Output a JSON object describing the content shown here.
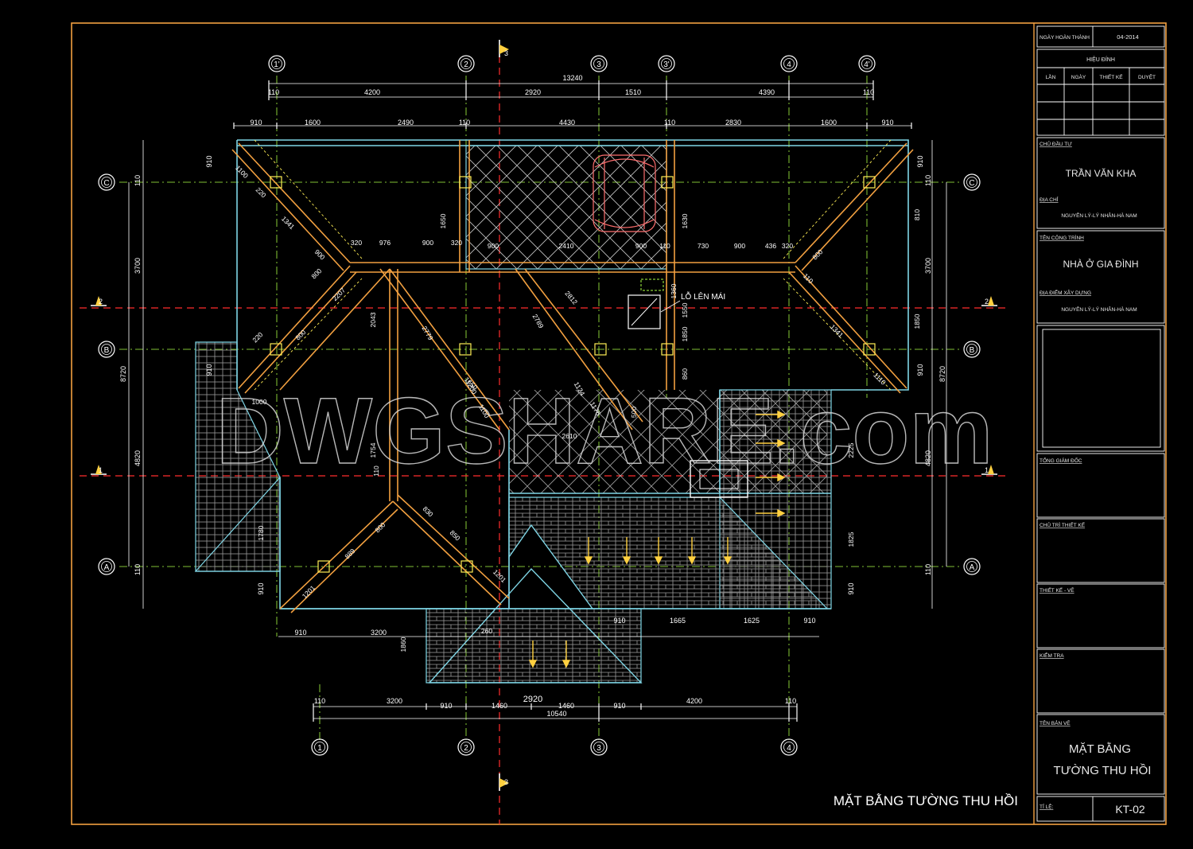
{
  "colors": {
    "background": "#000000",
    "frame": "#f2a040",
    "wall": "#7fd6e6",
    "ridge": "#f2a040",
    "dim": "#ffffff",
    "axis_red": "#ff2d2d",
    "grid_green": "#aaff44",
    "hatch": "#cccccc",
    "arrow": "#ffd040",
    "dashed_yellow": "#ffee55",
    "text": "#e8e8e8"
  },
  "title_block": {
    "completion_label": "NGÀY HOÀN THÀNH",
    "completion_date": "04-2014",
    "revision_title": "HIỆU ĐÍNH",
    "revision_cols": [
      "LẦN",
      "NGÀY",
      "THIẾT KẾ",
      "DUYỆT"
    ],
    "investor_label": "CHỦ ĐẦU TƯ",
    "investor_name": "TRẦN VĂN KHA",
    "address_label": "ĐỊA CHỈ",
    "address": "NGUYÊN LÝ-LÝ NHÂN-HÀ NAM",
    "project_label": "TÊN CÔNG TRÌNH",
    "project_name": "NHÀ Ở GIA ĐÌNH",
    "site_label": "ĐỊA ĐIỂM XÂY DỰNG",
    "site": "NGUYÊN LÝ-LÝ NHÂN-HÀ NAM",
    "director_label": "TỔNG GIÁM ĐỐC",
    "chief_label": "CHỦ TRÌ THIẾT KẾ",
    "designer_label": "THIẾT KẾ - VẼ",
    "checker_label": "KIỂM TRA",
    "drawing_label": "TÊN BẢN VẼ",
    "drawing_name_1": "MẶT BẰNG",
    "drawing_name_2": "TƯỜNG THU HỒI",
    "scale_label": "TỈ LỆ:",
    "sheet_no": "KT-02"
  },
  "drawing_title": "MẶT BẰNG TƯỜNG THU HỒI",
  "watermark": "DWGSHARE.com",
  "note_roof_opening": "LỖ LÊN MÁI",
  "axes": {
    "top": [
      "1'",
      "2",
      "3",
      "3'",
      "4",
      "4'"
    ],
    "bottom": [
      "1",
      "2",
      "3",
      "4"
    ],
    "left": [
      "C",
      "2",
      "B",
      "1",
      "A"
    ],
    "right": [
      "C",
      "2",
      "B",
      "1",
      "A"
    ],
    "section": "3"
  },
  "dimensions": {
    "top_overall": "13240",
    "top_row1": [
      "110",
      "4200",
      "2920",
      "1510",
      "4390",
      "110"
    ],
    "top_row2": [
      "910",
      "1600",
      "2490",
      "110",
      "4430",
      "110",
      "2830",
      "1600",
      "910"
    ],
    "bottom_row1": [
      "110",
      "3200",
      "910",
      "1460",
      "1460",
      "910",
      "4200",
      "110"
    ],
    "bottom_center": "2920",
    "bottom_overall": "10540",
    "lower_row": [
      "910",
      "3200",
      "910",
      "1665",
      "1625",
      "910"
    ],
    "left_outer": [
      "8720"
    ],
    "left_inner": [
      "3700",
      "4820"
    ],
    "left_small": [
      "910",
      "110",
      "910",
      "910",
      "110"
    ],
    "right_outer": [
      "8720"
    ],
    "right_inner": [
      "3700",
      "4820"
    ],
    "right_small": [
      "910",
      "110",
      "910",
      "910",
      "110"
    ],
    "interior": [
      "1100",
      "220",
      "1341",
      "900",
      "800",
      "2207",
      "320",
      "976",
      "900",
      "320",
      "900",
      "2410",
      "900",
      "110",
      "730",
      "900",
      "436",
      "320",
      "800",
      "1341",
      "1110",
      "1650",
      "1630",
      "1550",
      "860",
      "2043",
      "2779",
      "2789",
      "2812",
      "1200",
      "1780",
      "1754",
      "1000",
      "2610",
      "1825",
      "2225",
      "1860",
      "1201",
      "889",
      "800",
      "830",
      "850",
      "1201",
      "500",
      "1124",
      "1176",
      "1100",
      "220",
      "800",
      "110",
      "1360",
      "1650",
      "1850",
      "1850",
      "810",
      "260",
      "110"
    ]
  }
}
